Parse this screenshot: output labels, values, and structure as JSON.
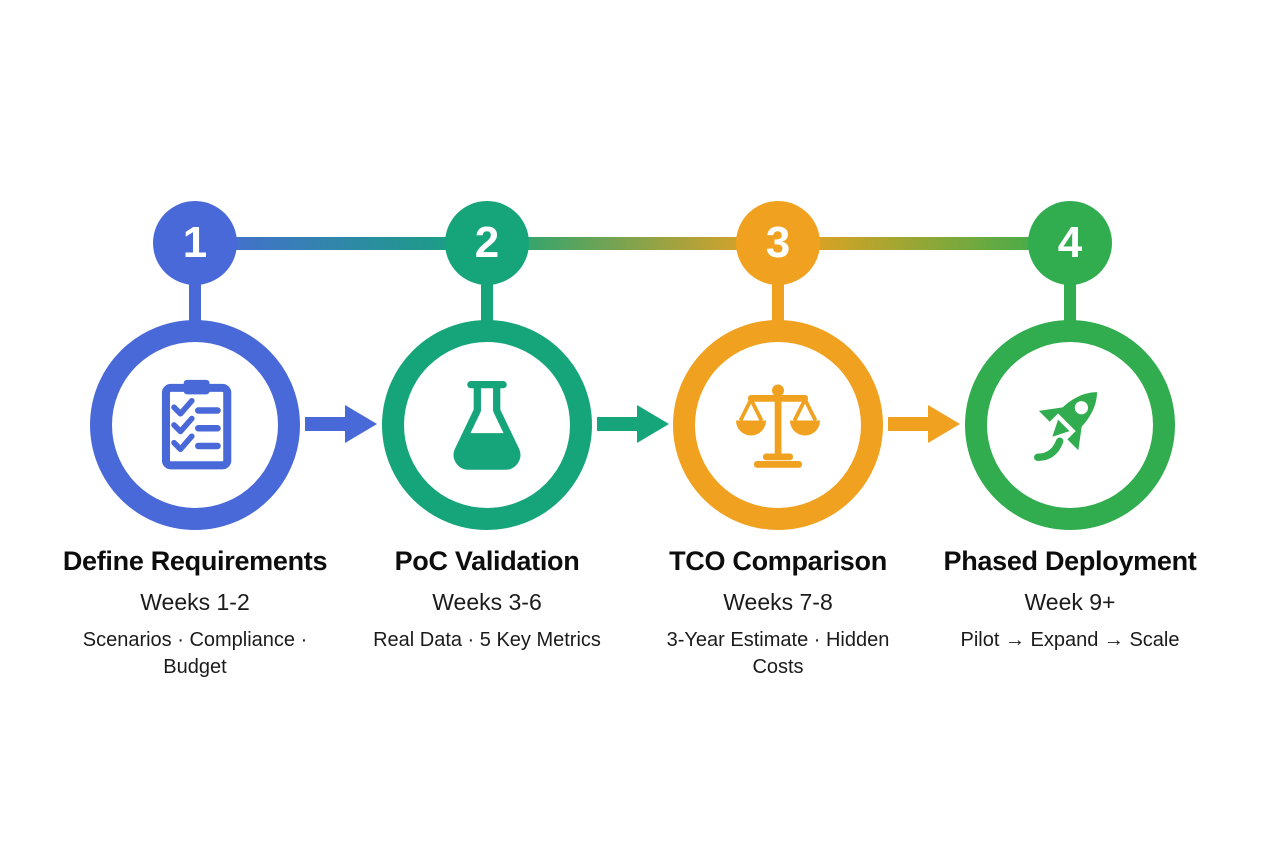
{
  "diagram": {
    "type": "process-timeline",
    "colors": {
      "step1": "#4a69d8",
      "step2": "#16a57a",
      "step3": "#f0a11f",
      "step4": "#31ad4f"
    },
    "steps": [
      {
        "number": "1",
        "title": "Define Requirements",
        "subtitle": "Weeks 1-2",
        "detail": "Scenarios · Compliance · Budget",
        "color": "#4a69d8",
        "icon": "checklist-icon"
      },
      {
        "number": "2",
        "title": "PoC Validation",
        "subtitle": "Weeks 3-6",
        "detail": "Real Data · 5 Key Metrics",
        "color": "#16a57a",
        "icon": "flask-icon"
      },
      {
        "number": "3",
        "title": "TCO Comparison",
        "subtitle": "Weeks 7-8",
        "detail": "3-Year Estimate · Hidden Costs",
        "color": "#f0a11f",
        "icon": "balance-scale-icon"
      },
      {
        "number": "4",
        "title": "Phased Deployment",
        "subtitle": "Week 9+",
        "detail": "Pilot → Expand → Scale",
        "color": "#31ad4f",
        "icon": "rocket-icon"
      }
    ]
  }
}
